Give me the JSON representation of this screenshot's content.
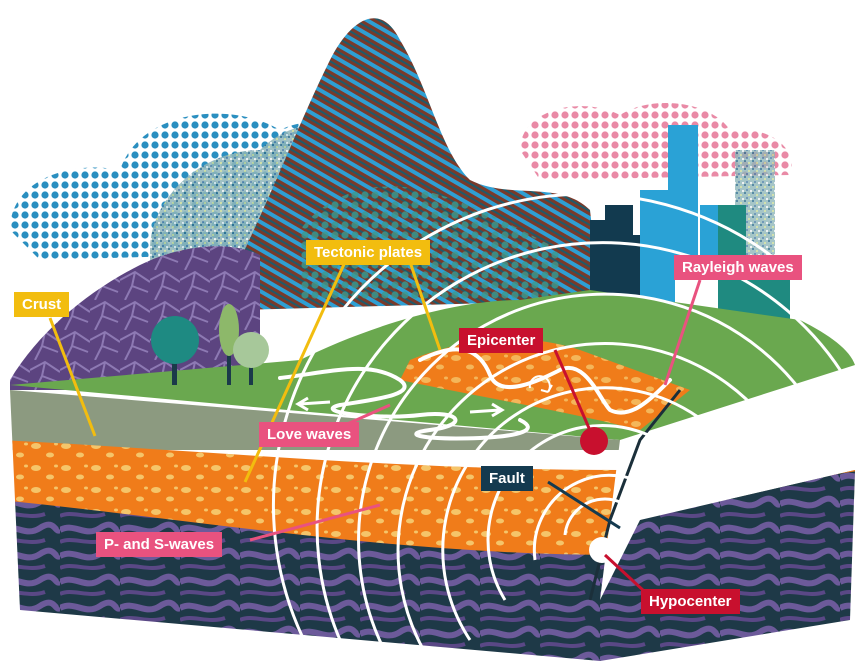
{
  "colors": {
    "label_yellow": "#f2bd0f",
    "label_pink": "#e9527f",
    "label_red": "#c8102e",
    "label_navy": "#143a4f",
    "grass": "#6aa84f",
    "grey_layer": "#8c9a80",
    "orange_layer": "#f07c1a",
    "navy_layer": "#1f3d4a",
    "purple": "#6b4f8e",
    "teal_mountain": "#1c7f86",
    "city_blue": "#2aa2d6",
    "city_dark": "#123a4f"
  },
  "labels": {
    "crust": "Crust",
    "tectonic_plates": "Tectonic plates",
    "rayleigh_waves": "Rayleigh waves",
    "epicenter": "Epicenter",
    "love_waves": "Love waves",
    "fault": "Fault",
    "p_s_waves": "P- and S-waves",
    "hypocenter": "Hypocenter"
  }
}
